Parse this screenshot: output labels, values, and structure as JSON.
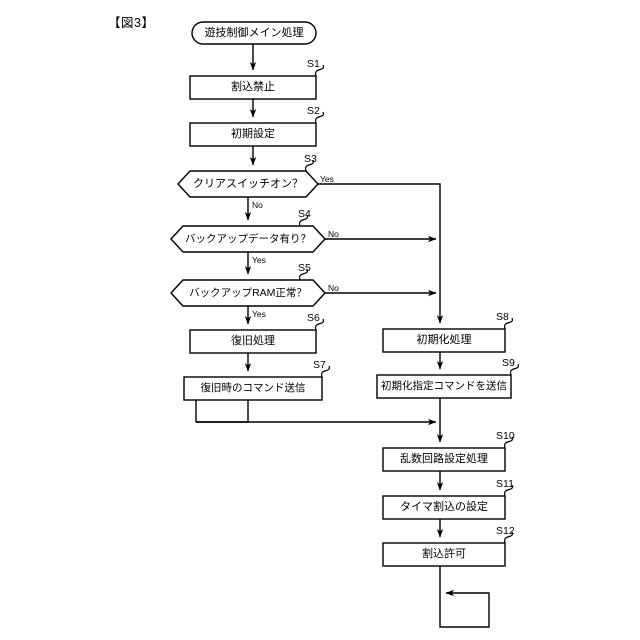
{
  "figure": {
    "label": "【図3】",
    "title_text": "遊技制御メイン処理"
  },
  "nodes": [
    {
      "id": "start",
      "shape": "terminator",
      "text": "遊技制御メイン処理",
      "step": "",
      "name": "node-start-main-process"
    },
    {
      "id": "s1",
      "shape": "process",
      "text": "割込禁止",
      "step": "S1",
      "name": "node-s1-interrupt-disable"
    },
    {
      "id": "s2",
      "shape": "process",
      "text": "初期設定",
      "step": "S2",
      "name": "node-s2-initial-setting"
    },
    {
      "id": "s3",
      "shape": "decision",
      "text": "クリアスイッチオン？",
      "step": "S3",
      "name": "node-s3-clear-switch-on"
    },
    {
      "id": "s4",
      "shape": "decision",
      "text": "バックアップデータ有り？",
      "step": "S4",
      "name": "node-s4-backup-data-exists"
    },
    {
      "id": "s5",
      "shape": "decision",
      "text": "バックアップRAM正常？",
      "step": "S5",
      "name": "node-s5-backup-ram-normal"
    },
    {
      "id": "s6",
      "shape": "process",
      "text": "復旧処理",
      "step": "S6",
      "name": "node-s6-recovery-process"
    },
    {
      "id": "s7",
      "shape": "process",
      "text": "復旧時のコマンド送信",
      "step": "S7",
      "name": "node-s7-send-recovery-command"
    },
    {
      "id": "s8",
      "shape": "process",
      "text": "初期化処理",
      "step": "S8",
      "name": "node-s8-initialization-process"
    },
    {
      "id": "s9",
      "shape": "process",
      "text": "初期化指定コマンドを送信",
      "step": "S9",
      "name": "node-s9-send-init-designation-command"
    },
    {
      "id": "s10",
      "shape": "process",
      "text": "乱数回路設定処理",
      "step": "S10",
      "name": "node-s10-random-circuit-setting"
    },
    {
      "id": "s11",
      "shape": "process",
      "text": "タイマ割込の設定",
      "step": "S11",
      "name": "node-s11-timer-interrupt-setting"
    },
    {
      "id": "s12",
      "shape": "process",
      "text": "割込許可",
      "step": "S12",
      "name": "node-s12-interrupt-enable"
    }
  ],
  "edge_labels": [
    {
      "id": "s3-yes",
      "text": "Yes",
      "name": "edge-label-s3-yes"
    },
    {
      "id": "s3-no",
      "text": "No",
      "name": "edge-label-s3-no"
    },
    {
      "id": "s4-no",
      "text": "No",
      "name": "edge-label-s4-no"
    },
    {
      "id": "s4-yes",
      "text": "Yes",
      "name": "edge-label-s4-yes"
    },
    {
      "id": "s5-no",
      "text": "No",
      "name": "edge-label-s5-no"
    },
    {
      "id": "s5-yes",
      "text": "Yes",
      "name": "edge-label-s5-yes"
    }
  ],
  "colors": {
    "stroke": "#000000",
    "fill": "#ffffff",
    "background": "#ffffff"
  }
}
